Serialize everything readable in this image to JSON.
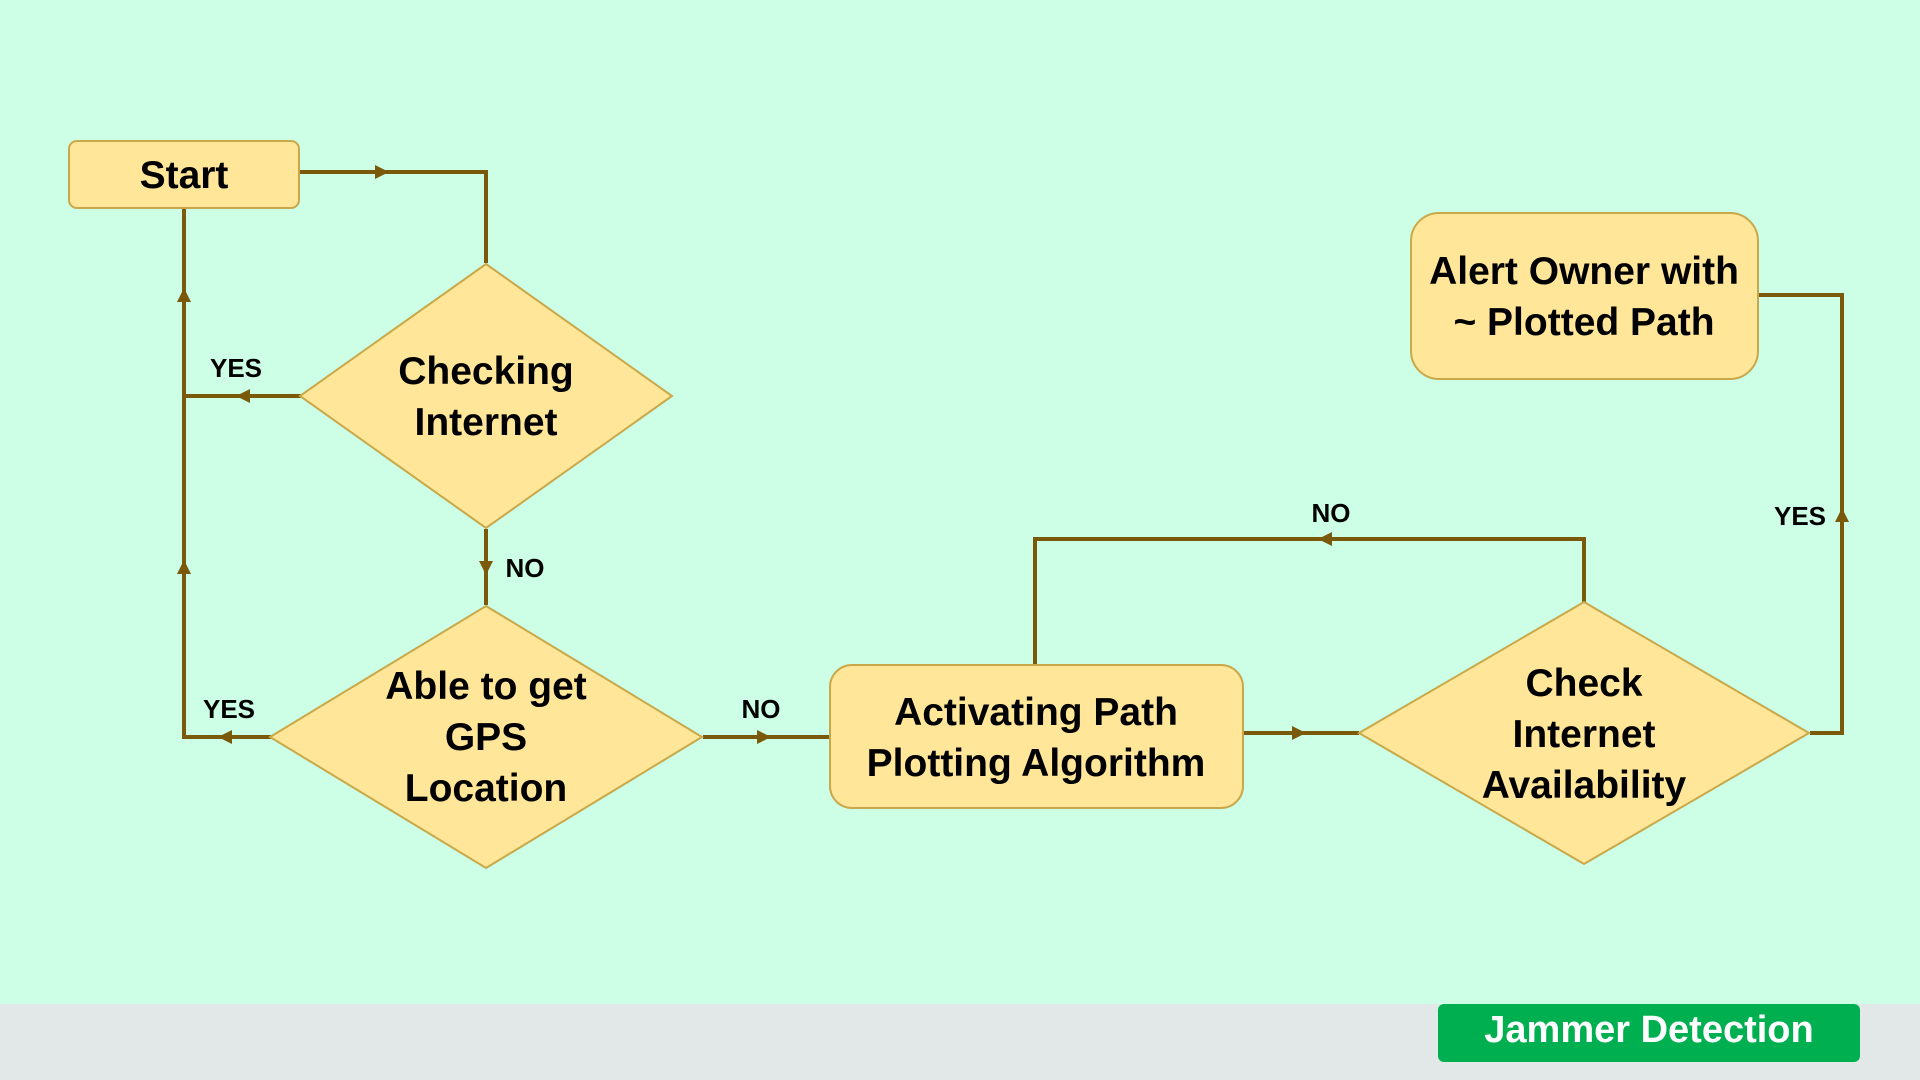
{
  "colors": {
    "background": "#ccffe6",
    "node_fill": "#ffe699",
    "node_stroke": "#c9a84a",
    "connector": "#7a5a0a",
    "footer_bar": "#e2e8e8",
    "badge": "#00b050",
    "badge_text": "#ffffff"
  },
  "nodes": {
    "start": "Start",
    "checking_internet": [
      "Checking",
      "Internet"
    ],
    "gps_location": [
      "Able to get",
      "GPS",
      "Location"
    ],
    "path_algorithm": [
      "Activating Path",
      "Plotting Algorithm"
    ],
    "check_availability": [
      "Check",
      "Internet",
      "Availability"
    ],
    "alert_owner": [
      "Alert Owner with",
      "~ Plotted Path"
    ]
  },
  "edge_labels": {
    "checking_yes": "YES",
    "checking_no": "NO",
    "gps_yes": "YES",
    "gps_no": "NO",
    "availability_no": "NO",
    "availability_yes": "YES"
  },
  "footer": {
    "badge": "Jammer Detection"
  }
}
